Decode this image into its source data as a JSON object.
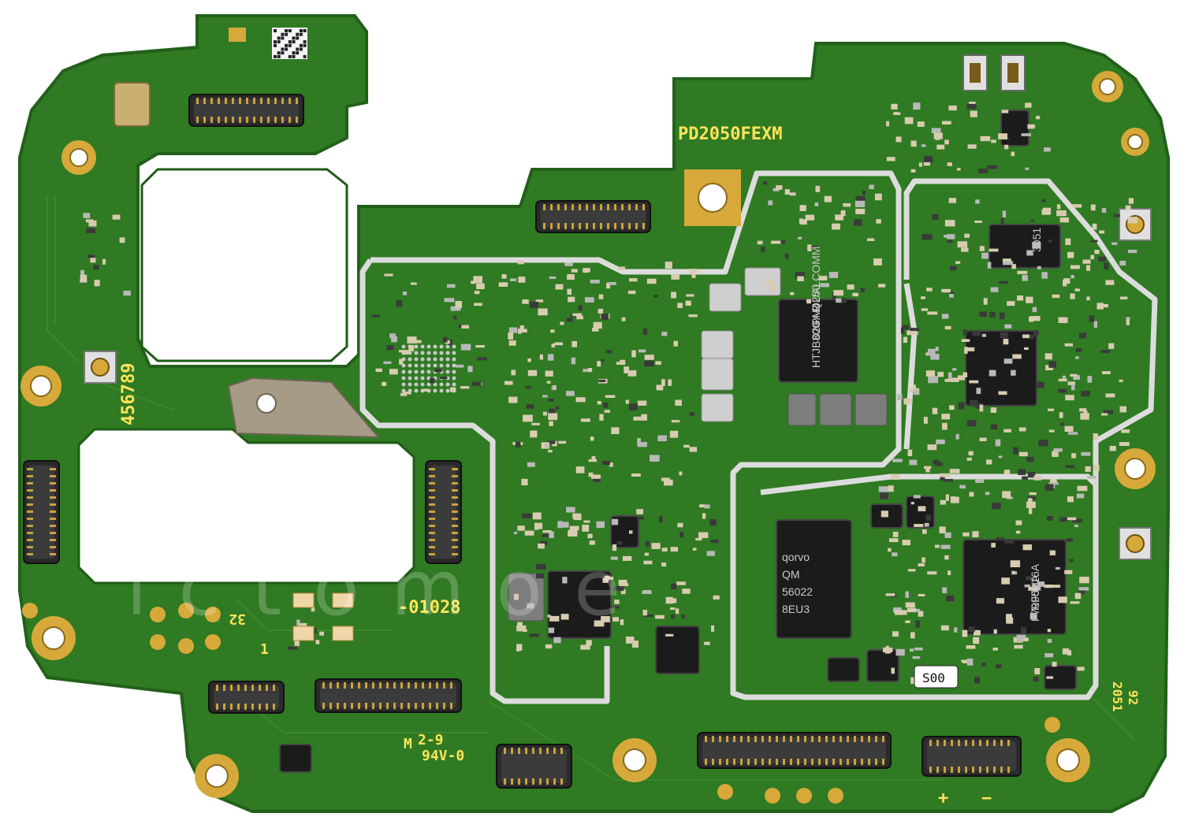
{
  "image": {
    "subject": "mobile phone main logic board (PCB)",
    "colors": {
      "board": "#2f7a22",
      "board_dark": "#22601a",
      "trace": "#3d8c2c",
      "gold": "#d6a93a",
      "shield": "#dcdcdc",
      "chip": "#1b1b1b",
      "silkscreen": "#ffe45a",
      "connector_body": "#2a2a2a",
      "connector_pin": "#c9a23c",
      "passive_light": "#d8cbb0",
      "passive_dark": "#3a3a3a"
    }
  },
  "silkscreen": {
    "model": "PD2050FEXM",
    "serial": "456789",
    "part_no": "-01028",
    "rating_line1": "2-9",
    "rating_line2": "94V-0",
    "mark_32": "32",
    "mark_1": "1",
    "mark_92": "92",
    "mark_2051": "2051",
    "plus": "+",
    "minus": "−",
    "s00_label": "S00",
    "ul_mark": "M"
  },
  "chips": {
    "pmic": [
      "QUALCOMM",
      "PM4250",
      "020",
      "JB80GAR",
      "HT"
    ],
    "qorvo": [
      "qorvo",
      "QM",
      "56022",
      "8EU3"
    ],
    "rf": [
      "RF5216A",
      "F7090HA"
    ],
    "small": "3051"
  },
  "watermark": "ictomoe"
}
